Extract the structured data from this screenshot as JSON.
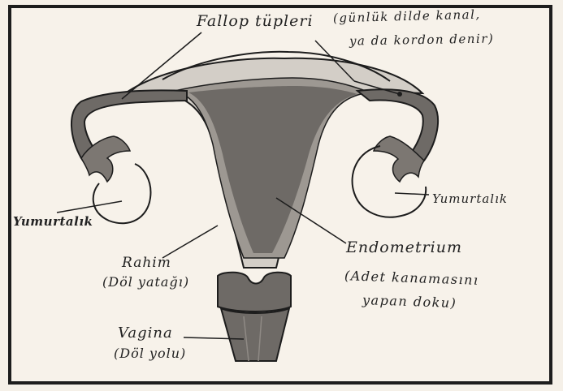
{
  "labels": {
    "fallop_tubes": "Fallop tüpleri",
    "fallop_note_line1": "(günlük dilde kanal,",
    "fallop_note_line2": "ya da kordon denir)",
    "ovary_left": "Yumurtalık",
    "ovary_right": "Yumurtalık",
    "uterus": "Rahim",
    "uterus_sub": "(Döl yatağı)",
    "endometrium": "Endometrium",
    "endometrium_sub_line1": "(Adet kanamasını",
    "endometrium_sub_line2": "yapan doku)",
    "vagina": "Vagina",
    "vagina_sub": "(Döl yolu)"
  },
  "colors": {
    "background": "#f5f0e8",
    "outline": "#1d1d1d",
    "tissue_light": "#cfcac3",
    "tissue_dark": "#6e6a66",
    "lining": "#9d9892"
  }
}
